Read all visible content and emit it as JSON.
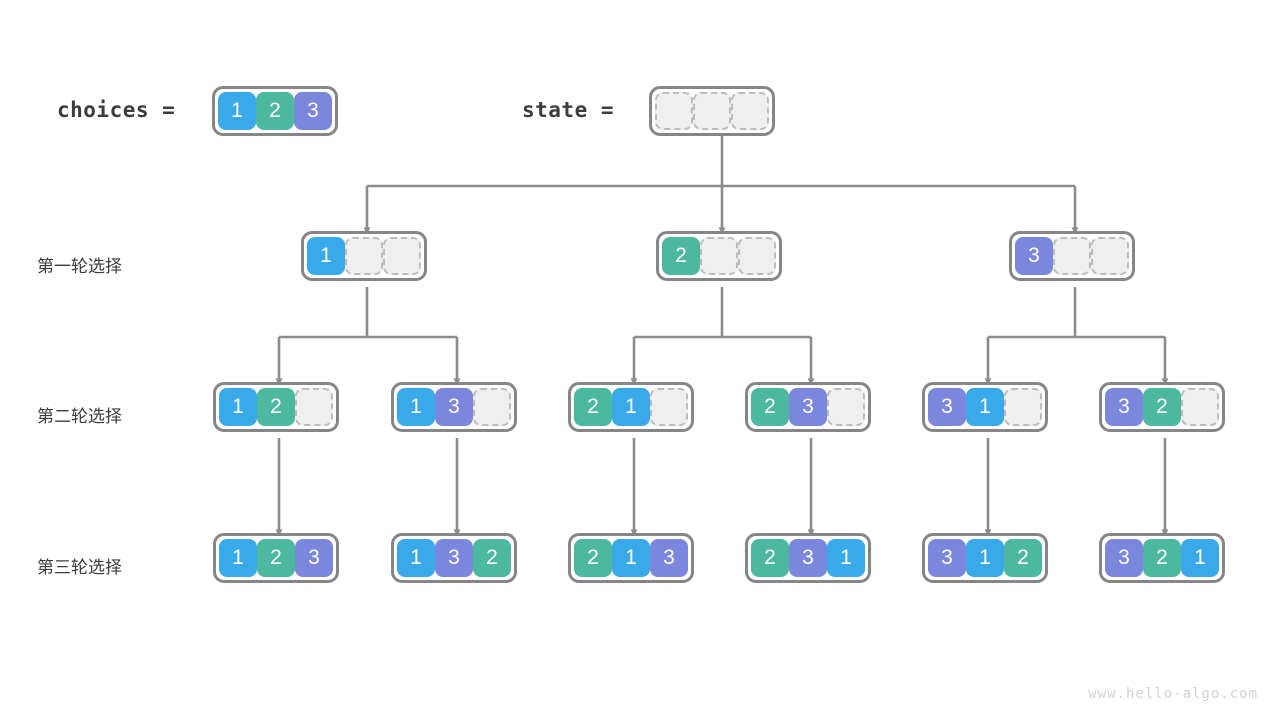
{
  "header": {
    "choices_label": "choices =",
    "state_label": "state =",
    "choices_values": [
      1,
      2,
      3
    ],
    "state_values": [
      null,
      null,
      null
    ]
  },
  "row_labels": [
    "第一轮选择",
    "第二轮选择",
    "第三轮选择"
  ],
  "colors": {
    "value_1": "#3aa9e9",
    "value_2": "#4cb99e",
    "value_3": "#7b86dd",
    "border": "#868686",
    "empty_fill": "#efefef",
    "empty_border": "#bcbcbc",
    "connector": "#8c8c8c",
    "text": "#3c3c3c",
    "watermark": "#d2d2d2"
  },
  "tree": {
    "round1": [
      {
        "name": "node-1",
        "values": [
          1,
          null,
          null
        ]
      },
      {
        "name": "node-2",
        "values": [
          2,
          null,
          null
        ]
      },
      {
        "name": "node-3",
        "values": [
          3,
          null,
          null
        ]
      }
    ],
    "round2": [
      {
        "name": "node-12",
        "values": [
          1,
          2,
          null
        ]
      },
      {
        "name": "node-13",
        "values": [
          1,
          3,
          null
        ]
      },
      {
        "name": "node-21",
        "values": [
          2,
          1,
          null
        ]
      },
      {
        "name": "node-23",
        "values": [
          2,
          3,
          null
        ]
      },
      {
        "name": "node-31",
        "values": [
          3,
          1,
          null
        ]
      },
      {
        "name": "node-32",
        "values": [
          3,
          2,
          null
        ]
      }
    ],
    "round3": [
      {
        "name": "node-123",
        "values": [
          1,
          2,
          3
        ]
      },
      {
        "name": "node-132",
        "values": [
          1,
          3,
          2
        ]
      },
      {
        "name": "node-213",
        "values": [
          2,
          1,
          3
        ]
      },
      {
        "name": "node-231",
        "values": [
          2,
          3,
          1
        ]
      },
      {
        "name": "node-312",
        "values": [
          3,
          1,
          2
        ]
      },
      {
        "name": "node-321",
        "values": [
          3,
          2,
          1
        ]
      }
    ]
  },
  "watermark": "www.hello-algo.com"
}
